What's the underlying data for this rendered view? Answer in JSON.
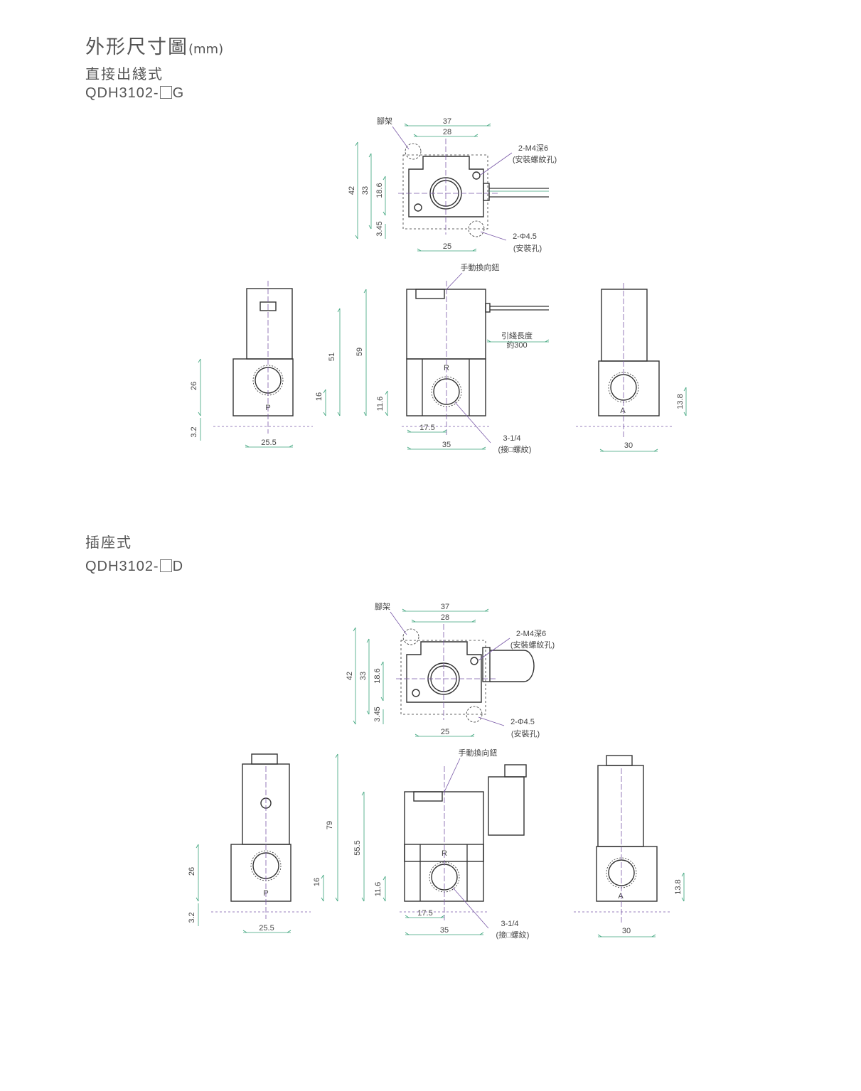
{
  "header": {
    "title": "外形尺寸圖",
    "unit": "(mm)"
  },
  "sections": [
    {
      "type": "直接出綫式",
      "model_prefix": "QDH3102-",
      "model_suffix": "G",
      "labels": {
        "bracket": "腳架",
        "w37": "37",
        "w28": "28",
        "thread": "2-M4深6",
        "thread_note": "(安裝螺紋孔)",
        "h42": "42",
        "h33": "33",
        "h18": "18.6",
        "h345": "3.45",
        "w25": "25",
        "hole": "2-Φ4.5",
        "hole_note": "(安裝孔)",
        "manual": "手動換向鈕",
        "left_h": "51",
        "h26": "26",
        "h16": "16",
        "h32": "3.2",
        "w255": "25.5",
        "port_p": "P",
        "mid_h": "59",
        "port_r": "R",
        "h116": "11.6",
        "w175": "17.5",
        "port_thread": "3-1/4",
        "port_note": "(接□螺紋)",
        "w35": "35",
        "lead": "引綫長度",
        "lead_len": "約300",
        "port_a": "A",
        "h138": "13.8",
        "w30": "30"
      }
    },
    {
      "type": "插座式",
      "model_prefix": "QDH3102-",
      "model_suffix": "D",
      "labels": {
        "bracket": "腳架",
        "w37": "37",
        "w28": "28",
        "thread": "2-M4深6",
        "thread_note": "(安裝螺紋孔)",
        "h42": "42",
        "h33": "33",
        "h18": "18.6",
        "h345": "3.45",
        "w25": "25",
        "hole": "2-Φ4.5",
        "hole_note": "(安裝孔)",
        "manual": "手動換向鈕",
        "left_h": "79",
        "h26": "26",
        "h16": "16",
        "h32": "3.2",
        "w255": "25.5",
        "port_p": "P",
        "mid_h": "55.5",
        "port_r": "R",
        "h116": "11.6",
        "w175": "17.5",
        "port_thread": "3-1/4",
        "port_note": "(接□螺紋)",
        "w35": "35",
        "port_a": "A",
        "h138": "13.8",
        "w30": "30"
      }
    }
  ],
  "colors": {
    "line": "#333333",
    "dim": "#7a5aa8",
    "dim2": "#3aa37a"
  }
}
